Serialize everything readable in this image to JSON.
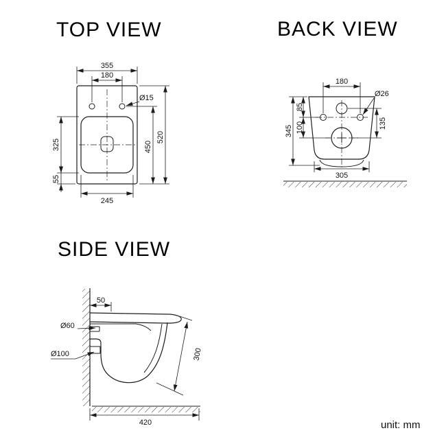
{
  "unit_label": "unit: mm",
  "top_view": {
    "title": "TOP VIEW",
    "dims": {
      "overall_width": "355",
      "hole_spacing": "180",
      "hole_diameter": "Ø15",
      "overall_depth": "520",
      "front_depth": "450",
      "seat_length": "325",
      "rear_edge": "55",
      "seat_width": "245"
    }
  },
  "back_view": {
    "title": "BACK VIEW",
    "dims": {
      "hole_spacing": "180",
      "hole_diameter": "Ø26",
      "overall_height": "345",
      "upper_offset": "85",
      "drain_offset": "100",
      "side_offset": "135",
      "base_width": "305"
    }
  },
  "side_view": {
    "title": "SIDE VIEW",
    "dims": {
      "wall_offset": "50",
      "inlet_diameter": "Ø60",
      "outlet_diameter": "Ø100",
      "height": "300",
      "depth": "420"
    }
  }
}
